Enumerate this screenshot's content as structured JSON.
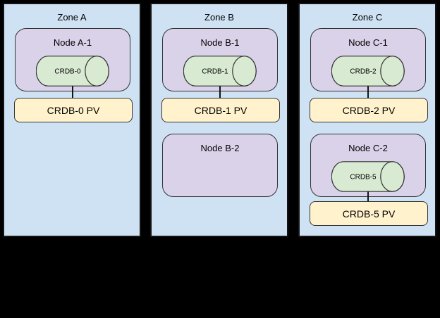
{
  "diagram": {
    "colors": {
      "background": "#000000",
      "zone_fill": "#cfe2f3",
      "zone_border": "#141414",
      "node_fill": "#d9d2e9",
      "node_border": "#333333",
      "cylinder_fill": "#d9ead3",
      "pv_fill": "#fff2cc",
      "connector": "#141414",
      "text": "#000000"
    },
    "zones": [
      {
        "label": "Zone A",
        "nodes": [
          {
            "label": "Node A-1",
            "pod": "CRDB-0",
            "pv": "CRDB-0 PV"
          }
        ]
      },
      {
        "label": "Zone B",
        "nodes": [
          {
            "label": "Node B-1",
            "pod": "CRDB-1",
            "pv": "CRDB-1 PV"
          },
          {
            "label": "Node B-2"
          }
        ]
      },
      {
        "label": "Zone C",
        "nodes": [
          {
            "label": "Node C-1",
            "pod": "CRDB-2",
            "pv": "CRDB-2 PV"
          },
          {
            "label": "Node C-2",
            "pod": "CRDB-5",
            "pv": "CRDB-5 PV"
          }
        ]
      }
    ]
  }
}
